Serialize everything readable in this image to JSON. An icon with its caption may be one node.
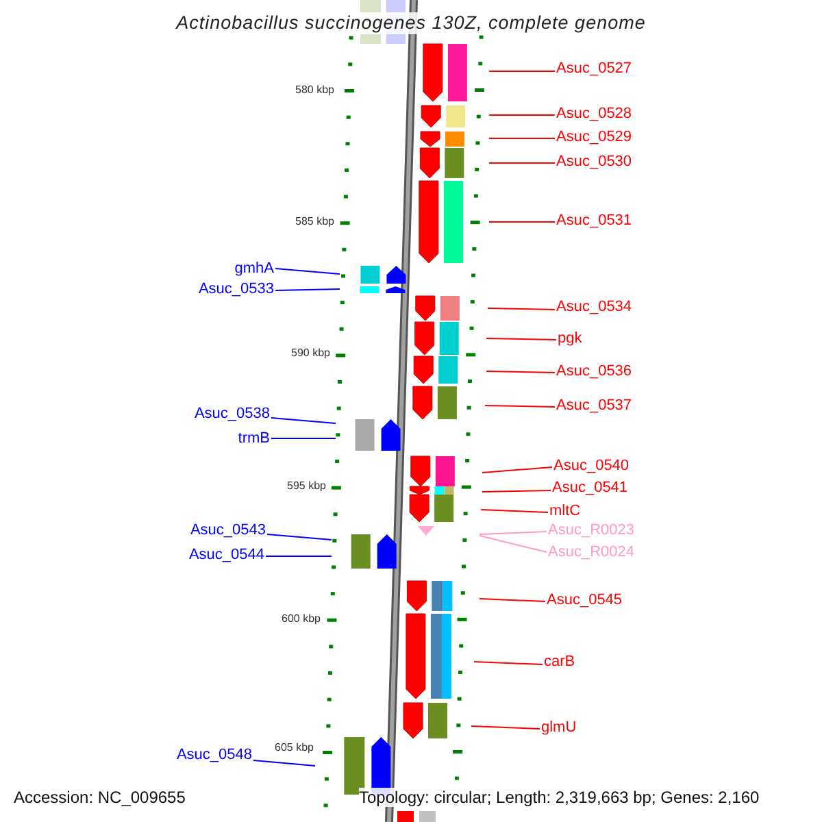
{
  "diagram": {
    "title": "Actinobacillus succinogenes 130Z, complete genome",
    "nodes": [
      {
        "text": [
          "Asuc_0527"
        ]
      },
      {
        "text": [
          "Asuc_0528"
        ]
      },
      {
        "text": [
          "Asuc_0529"
        ]
      },
      {
        "text": [
          "Asuc_0530"
        ]
      },
      {
        "text": [
          "Asuc_0531"
        ]
      },
      {
        "text": [
          "gmhA"
        ]
      },
      {
        "text": [
          "Asuc_0533"
        ]
      },
      {
        "text": [
          "Asuc_0534"
        ]
      },
      {
        "text": [
          "pgk"
        ]
      },
      {
        "text": [
          "Asuc_0536"
        ]
      },
      {
        "text": [
          "Asuc_0537"
        ]
      },
      {
        "text": [
          "Asuc_0538"
        ]
      },
      {
        "text": [
          "trmB"
        ]
      },
      {
        "text": [
          "Asuc_0540"
        ]
      },
      {
        "text": [
          "Asuc_0541"
        ]
      },
      {
        "text": [
          "mltC"
        ]
      },
      {
        "text": [
          "Asuc_0543"
        ]
      },
      {
        "text": [
          "Asuc_R0023"
        ]
      },
      {
        "text": [
          "Asuc_0544"
        ]
      },
      {
        "text": [
          "Asuc_R0024"
        ]
      },
      {
        "text": [
          "Asuc_0545"
        ]
      },
      {
        "text": [
          "carB"
        ]
      },
      {
        "text": [
          "glmU"
        ]
      },
      {
        "text": [
          "Asuc_0548"
        ]
      }
    ],
    "edges": [
      {
        "from": 0,
        "to": null,
        "arrow": "none"
      },
      {
        "from": 1,
        "to": null,
        "arrow": "none"
      },
      {
        "from": 2,
        "to": null,
        "arrow": "none"
      },
      {
        "from": 3,
        "to": null,
        "arrow": "none"
      },
      {
        "from": 4,
        "to": null,
        "arrow": "none"
      },
      {
        "from": 5,
        "to": null,
        "arrow": "none",
        "color": "#0000ff"
      },
      {
        "from": 6,
        "to": null,
        "arrow": "none",
        "color": "#0000ff"
      },
      {
        "from": 7,
        "to": null,
        "arrow": "none"
      },
      {
        "from": 8,
        "to": null,
        "arrow": "none"
      },
      {
        "from": 9,
        "to": null,
        "arrow": "none"
      },
      {
        "from": 10,
        "to": null,
        "arrow": "none"
      },
      {
        "from": 11,
        "to": null,
        "arrow": "none",
        "color": "#0000ff"
      },
      {
        "from": 12,
        "to": null,
        "arrow": "none",
        "color": "#0000ff"
      },
      {
        "from": 13,
        "to": null,
        "arrow": "none"
      },
      {
        "from": 14,
        "to": null,
        "arrow": "none"
      },
      {
        "from": 15,
        "to": null,
        "arrow": "none"
      },
      {
        "from": 16,
        "to": null,
        "arrow": "none",
        "color": "#0000ff"
      },
      {
        "from": 17,
        "to": null,
        "arrow": "none",
        "color": "#ff99cc"
      },
      {
        "from": 18,
        "to": null,
        "arrow": "none",
        "color": "#0000ff"
      },
      {
        "from": 19,
        "to": null,
        "arrow": "none",
        "color": "#ff99cc"
      },
      {
        "from": 20,
        "to": null,
        "arrow": "none"
      },
      {
        "from": 21,
        "to": null,
        "arrow": "none"
      },
      {
        "from": 22,
        "to": null,
        "arrow": "none"
      },
      {
        "from": 23,
        "to": null,
        "arrow": "none",
        "color": "#0000ff"
      }
    ],
    "labels": [
      "580 kbp",
      "585 kbp",
      "590 kbp",
      "595 kbp",
      "600 kbp",
      "605 kbp",
      "Accession: NC_009655",
      "Topology: circular; Length: 2,319,663 bp; Genes: 2,160"
    ]
  }
}
